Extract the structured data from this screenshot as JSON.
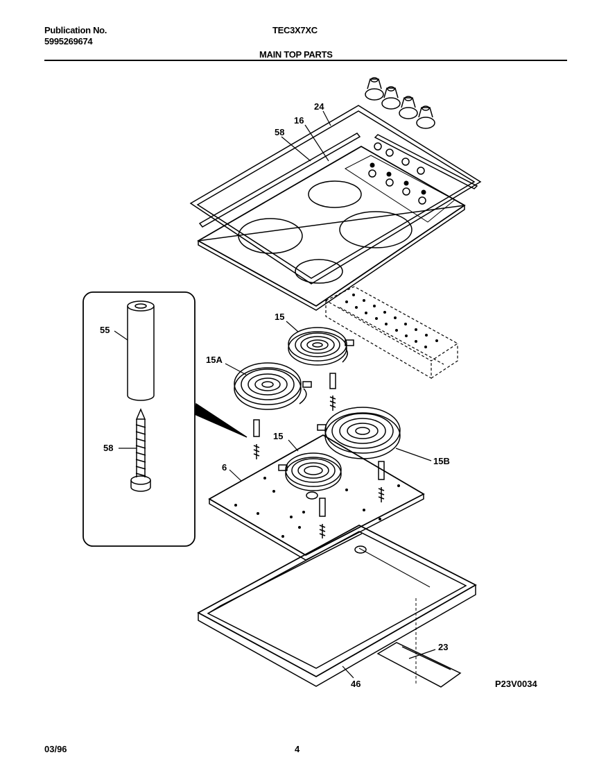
{
  "header": {
    "publication_label": "Publication No.",
    "publication_number": "5995269674",
    "model": "TEC3X7XC",
    "section_title": "MAIN TOP  PARTS"
  },
  "footer": {
    "date": "03/96",
    "page": "4"
  },
  "figure_code": "P23V0034",
  "callouts": {
    "c24": "24",
    "c16": "16",
    "c58_top": "58",
    "c15_top": "15",
    "c15a": "15A",
    "c15_mid": "15",
    "c15b": "15B",
    "c6": "6",
    "c23": "23",
    "c46": "46",
    "c55": "55",
    "c58_inset": "58"
  }
}
